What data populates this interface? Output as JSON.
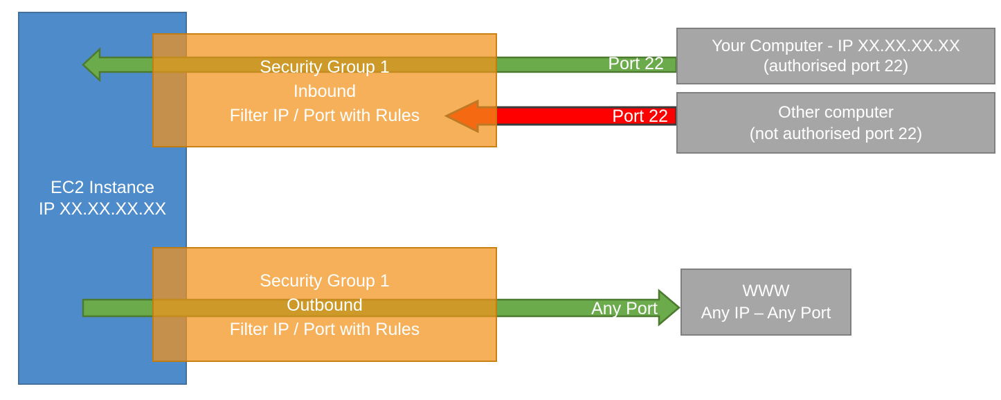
{
  "diagram": {
    "ec2_instance": {
      "line1": "EC2 Instance",
      "line2": "IP XX.XX.XX.XX"
    },
    "security_group_inbound": {
      "line1": "Security Group 1",
      "line2": "Inbound",
      "line3": "Filter IP / Port with Rules"
    },
    "security_group_outbound": {
      "line1": "Security Group 1",
      "line2": "Outbound",
      "line3": "Filter IP / Port with Rules"
    },
    "your_computer": {
      "line1": "Your Computer - IP XX.XX.XX.XX",
      "line2": "(authorised port 22)"
    },
    "other_computer": {
      "line1": "Other computer",
      "line2": "(not authorised port 22)"
    },
    "www": {
      "line1": "WWW",
      "line2": "Any IP – Any Port"
    },
    "arrow_labels": {
      "inbound_allowed": "Port 22",
      "inbound_blocked": "Port 22",
      "outbound_allowed": "Any Port"
    },
    "colors": {
      "ec2_blue": "#4E8BCA",
      "ec2_border": "#41719C",
      "security_group_orange": "#F2911B",
      "allowed_green": "#6CAB4C",
      "allowed_green_border": "#4C7A2E",
      "blocked_red": "#FF0000",
      "blocked_red_border": "#3B3B3B",
      "endpoint_gray": "#A6A6A6",
      "endpoint_gray_border": "#7F7F7F",
      "text_white": "#FFFFFF"
    }
  }
}
